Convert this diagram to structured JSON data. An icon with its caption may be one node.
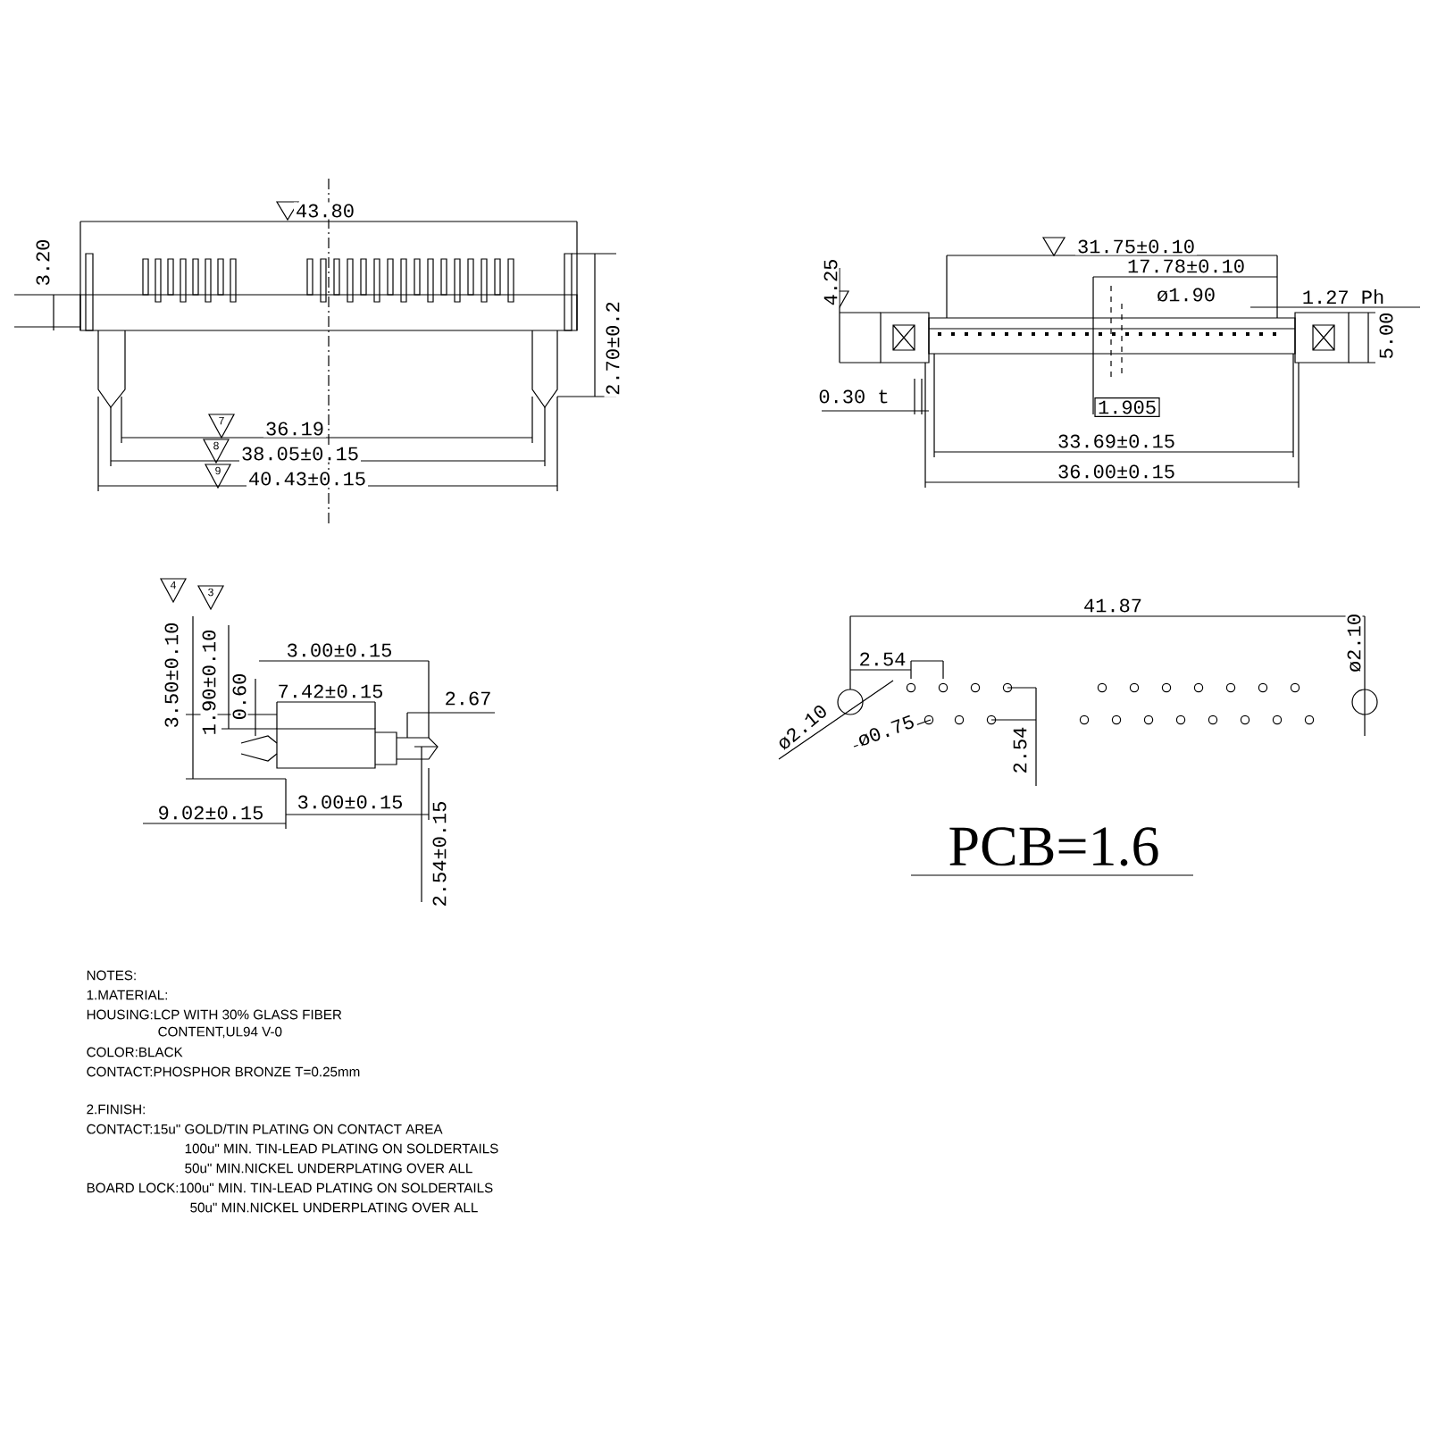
{
  "diagram": {
    "labels": [
      "43.80",
      "3.20",
      "2.70±0.2",
      "7",
      "36.19",
      "8",
      "38.05±0.15",
      "9",
      "40.43±0.15",
      "31.75±0.10",
      "4.25",
      "17.78±0.10",
      "ø1.90",
      "1.27 Ph",
      "5.00",
      "0.30 t",
      "1.905",
      "33.69±0.15",
      "36.00±0.15",
      "4",
      "3",
      "3.50±0.10",
      "1.90±0.10",
      "3.00±0.15",
      "0.60",
      "7.42±0.15",
      "2.67",
      "9.02±0.15",
      "3.00±0.15",
      "2.54±0.15",
      "41.87",
      "ø2.10",
      "2.54",
      "ø2.10",
      "ø0.75",
      "2.54",
      "PCB=1.6",
      "NOTES:",
      "1.MATERIAL:",
      "HOUSING:LCP WITH 30% GLASS FIBER",
      "CONTENT,UL94 V-0",
      "COLOR:BLACK",
      "CONTACT:PHOSPHOR BRONZE T=0.25mm",
      "2.FINISH:",
      "CONTACT:15u\" GOLD/TIN PLATING ON CONTACT AREA",
      "100u\" MIN. TIN-LEAD PLATING ON SOLDERTAILS",
      "50u\" MIN.NICKEL UNDERPLATING OVER ALL",
      "BOARD LOCK:100u\" MIN. TIN-LEAD PLATING ON SOLDERTAILS",
      "50u\" MIN.NICKEL UNDERPLATING OVER ALL"
    ]
  }
}
